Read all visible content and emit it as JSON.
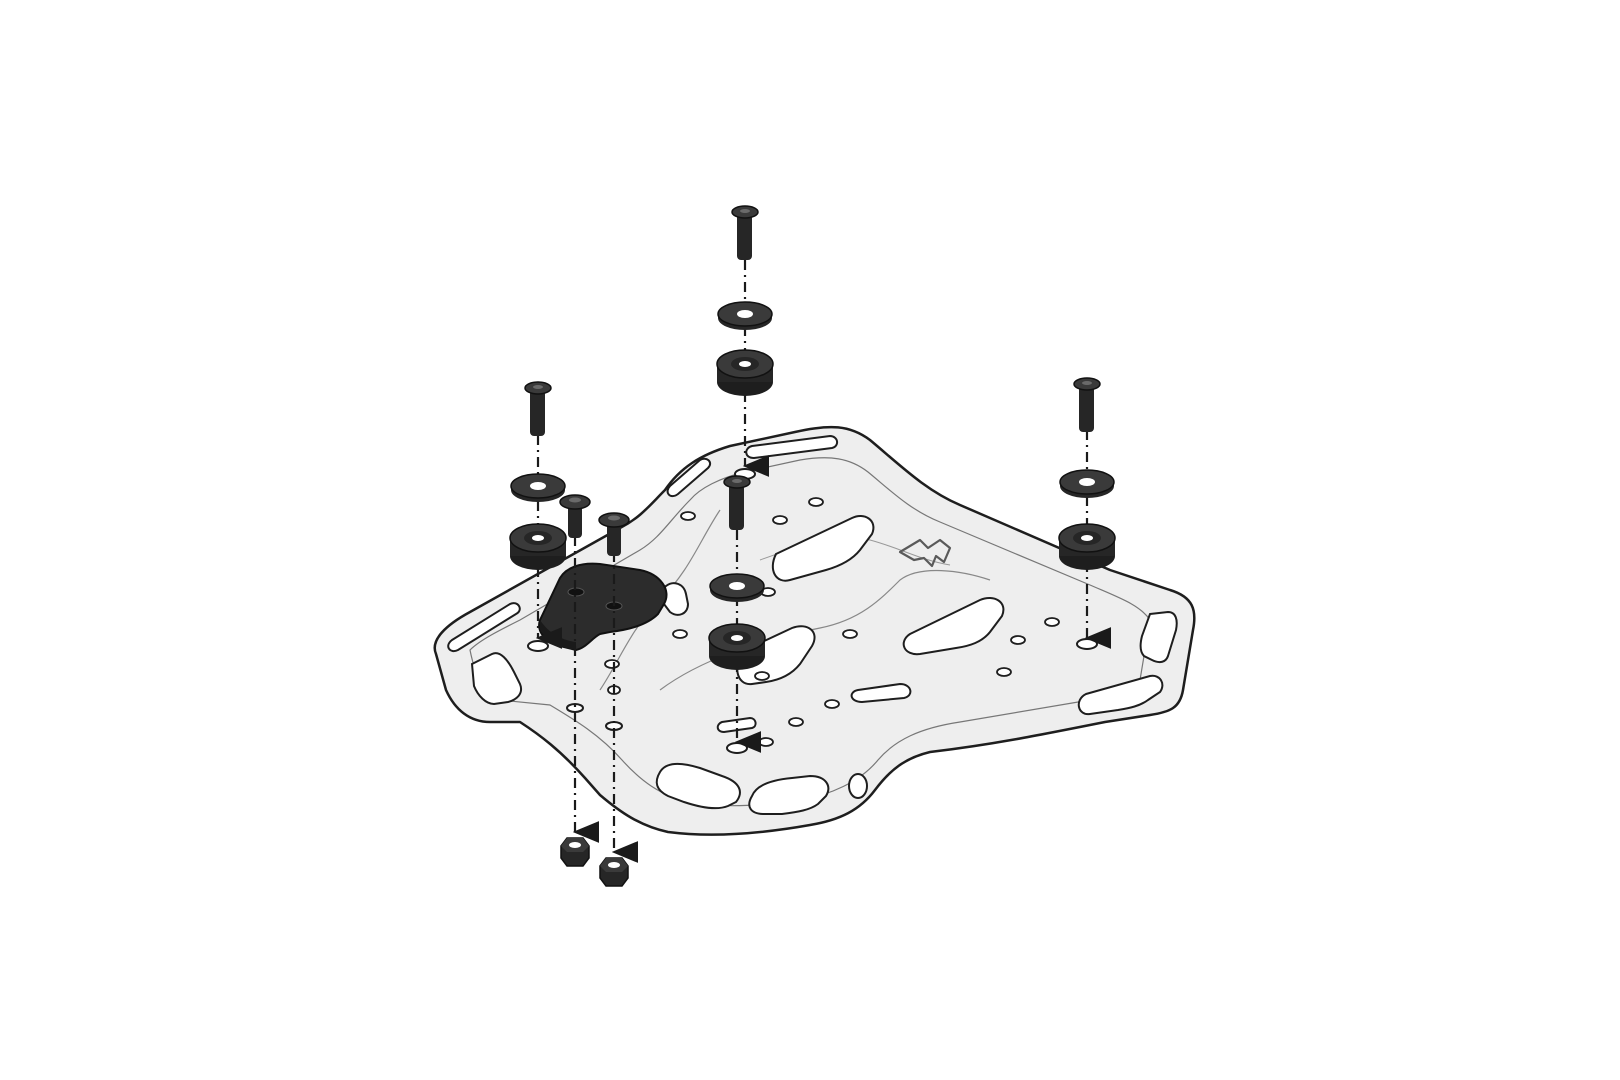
{
  "diagram": {
    "subject": "rack-plate-exploded-mounting-view",
    "colors": {
      "background": "#ffffff",
      "plate_fill": "#eeeeee",
      "plate_stroke": "#1e1e1e",
      "hardware_dark": "#262626",
      "hardware_mid": "#3a3a3a",
      "hardware_light": "#6a6a6a",
      "adapter_fill": "#2c2c2c",
      "leader_line": "#1a1a1a",
      "logo_stroke": "#5a5a5a"
    },
    "icons": {
      "bolt": "bolt-icon",
      "washer": "washer-icon",
      "grommet": "rubber-grommet-icon",
      "nut": "hex-nut-icon",
      "adapter": "adapter-plate-icon",
      "logo": "brand-logo-icon",
      "arrow": "arrow-down-icon"
    },
    "stacks": [
      {
        "id": "rear-center",
        "parts": [
          "bolt",
          "washer",
          "grommet"
        ]
      },
      {
        "id": "front-left",
        "parts": [
          "bolt",
          "washer",
          "grommet"
        ]
      },
      {
        "id": "center",
        "parts": [
          "bolt",
          "washer",
          "grommet"
        ]
      },
      {
        "id": "right",
        "parts": [
          "bolt",
          "washer",
          "grommet"
        ]
      },
      {
        "id": "adapter-left",
        "parts": [
          "bolt",
          "adapter",
          "nut"
        ]
      },
      {
        "id": "adapter-right",
        "parts": [
          "bolt",
          "adapter",
          "nut"
        ]
      }
    ]
  }
}
